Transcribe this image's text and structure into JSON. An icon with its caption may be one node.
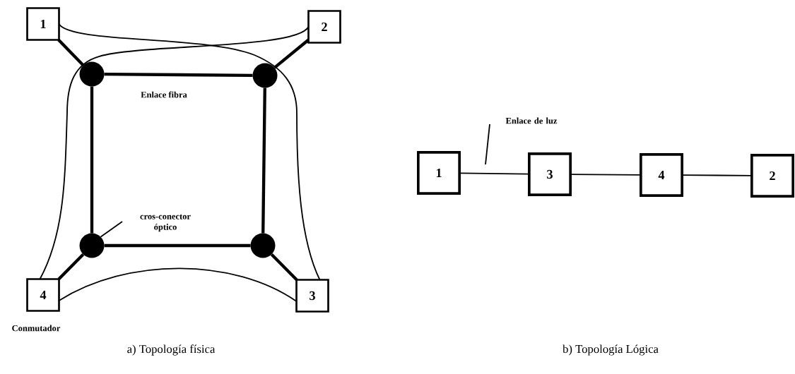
{
  "diagram": {
    "nodes": [
      {
        "text": [
          "1"
        ]
      },
      {
        "text": [
          "2"
        ]
      },
      {
        "text": [
          "4"
        ],
        "beside": [
          "Conmutador"
        ]
      },
      {
        "text": [
          "3"
        ]
      },
      {
        "text": [],
        "shape": "circle"
      },
      {
        "text": [],
        "shape": "circle"
      },
      {
        "text": [],
        "shape": "circle"
      },
      {
        "text": [],
        "shape": "circle"
      },
      {
        "text": [
          "1"
        ]
      },
      {
        "text": [
          "3"
        ]
      },
      {
        "text": [
          "4"
        ]
      },
      {
        "text": [
          "2"
        ]
      },
      {
        "text": [
          "Enlace de luz"
        ]
      },
      {
        "text": [
          "cros-conector óptico"
        ]
      }
    ],
    "edges": [
      {
        "from": 0,
        "to": 4,
        "arrow": "none",
        "style": "thick"
      },
      {
        "from": 1,
        "to": 5,
        "arrow": "none",
        "style": "thick"
      },
      {
        "from": 2,
        "to": 6,
        "arrow": "none",
        "style": "thick"
      },
      {
        "from": 3,
        "to": 7,
        "arrow": "none",
        "style": "thick"
      },
      {
        "from": 4,
        "to": 5,
        "arrow": "none",
        "style": "thick"
      },
      {
        "from": 5,
        "to": 7,
        "arrow": "none",
        "style": "thick"
      },
      {
        "from": 7,
        "to": 6,
        "arrow": "none",
        "style": "thick"
      },
      {
        "from": 6,
        "to": 4,
        "arrow": "none",
        "style": "thick"
      },
      {
        "from": 0,
        "to": 3,
        "arrow": "none"
      },
      {
        "from": 1,
        "to": 2,
        "arrow": "none"
      },
      {
        "from": 2,
        "to": 3,
        "arrow": "none"
      },
      {
        "from": 8,
        "to": 9,
        "arrow": "none"
      },
      {
        "from": 9,
        "to": 10,
        "arrow": "none"
      },
      {
        "from": 10,
        "to": 11,
        "arrow": "none"
      },
      {
        "from": 12,
        "to": null,
        "arrow": "none"
      },
      {
        "from": 13,
        "to": 6,
        "arrow": "none"
      }
    ],
    "labels": [
      "Enlace fibra",
      "a) Topología física",
      "b) Topología Lógica"
    ]
  }
}
